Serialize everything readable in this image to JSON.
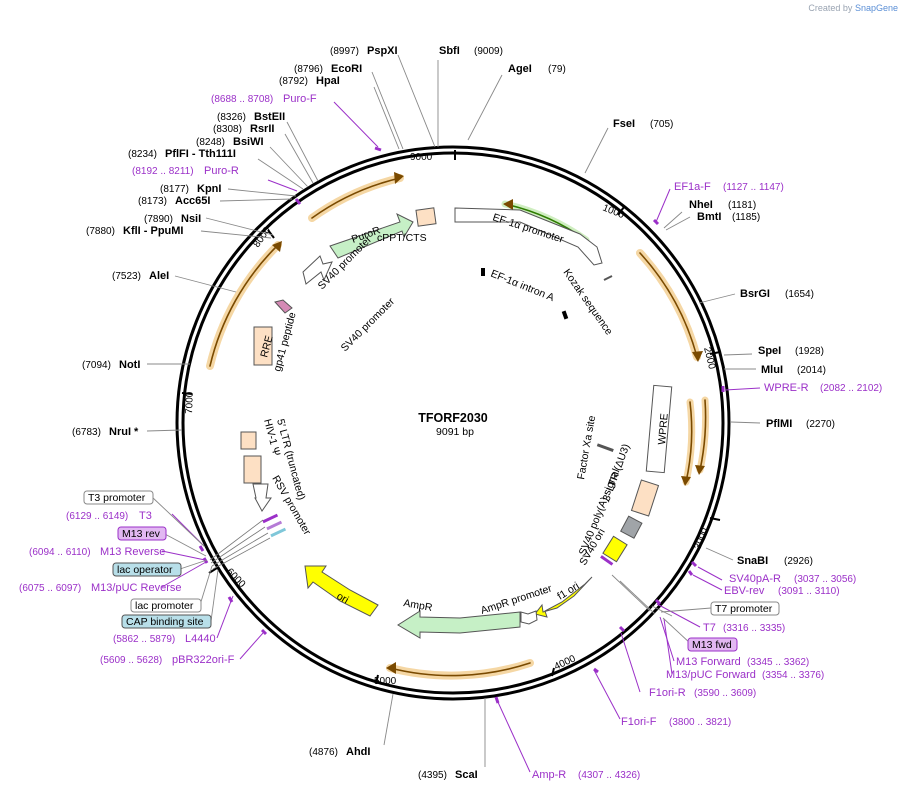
{
  "brand": {
    "created_by": "Created by",
    "product": "SnapGene"
  },
  "plasmid": {
    "name": "TFORF2030",
    "size_label": "9091 bp",
    "length": 9091
  },
  "ruler": [
    "1000",
    "2000",
    "3000",
    "4000",
    "5000",
    "6000",
    "7000",
    "8000",
    "9000"
  ],
  "colors": {
    "enzyme": "#000000",
    "primer": "#9b30c8",
    "arrow_orange": "#e8a33d",
    "cds_green": "#c6f0c6",
    "ori_yellow": "#ffff00"
  },
  "enzymes": [
    {
      "name": "PspXI",
      "pos": "(8997)"
    },
    {
      "name": "SbfI",
      "pos": "(9009)"
    },
    {
      "name": "EcoRI",
      "pos": "(8796)"
    },
    {
      "name": "AgeI",
      "pos": "(79)"
    },
    {
      "name": "HpaI",
      "pos": "(8792)"
    },
    {
      "name": "FseI",
      "pos": "(705)"
    },
    {
      "name": "BstEII",
      "pos": "(8326)"
    },
    {
      "name": "RsrII",
      "pos": "(8308)"
    },
    {
      "name": "BsiWI",
      "pos": "(8248)"
    },
    {
      "name": "PflFI  - Tth111I",
      "pos": "(8234)"
    },
    {
      "name": "KpnI",
      "pos": "(8177)"
    },
    {
      "name": "Acc65I",
      "pos": "(8173)"
    },
    {
      "name": "NheI",
      "pos": "(1181)"
    },
    {
      "name": "BmtI",
      "pos": "(1185)"
    },
    {
      "name": "NsiI",
      "pos": "(7890)"
    },
    {
      "name": "KflI  - PpuMI",
      "pos": "(7880)"
    },
    {
      "name": "AleI",
      "pos": "(7523)"
    },
    {
      "name": "BsrGI",
      "pos": "(1654)"
    },
    {
      "name": "SpeI",
      "pos": "(1928)"
    },
    {
      "name": "MluI",
      "pos": "(2014)"
    },
    {
      "name": "NotI",
      "pos": "(7094)"
    },
    {
      "name": "PflMI",
      "pos": "(2270)"
    },
    {
      "name": "NruI *",
      "pos": "(6783)"
    },
    {
      "name": "SnaBI",
      "pos": "(2926)"
    },
    {
      "name": "AhdI",
      "pos": "(4876)"
    },
    {
      "name": "ScaI",
      "pos": "(4395)"
    }
  ],
  "primers": [
    {
      "name": "Puro-F",
      "range": "(8688 .. 8708)"
    },
    {
      "name": "Puro-R",
      "range": "(8192 .. 8211)"
    },
    {
      "name": "EF1a-F",
      "range": "(1127 .. 1147)"
    },
    {
      "name": "WPRE-R",
      "range": "(2082 .. 2102)"
    },
    {
      "name": "T3",
      "range": "(6129 .. 6149)"
    },
    {
      "name": "M13 Reverse",
      "range": "(6094 .. 6110)"
    },
    {
      "name": "M13/pUC Reverse",
      "range": "(6075 .. 6097)"
    },
    {
      "name": "L4440",
      "range": "(5862 .. 5879)"
    },
    {
      "name": "pBR322ori-F",
      "range": "(5609 .. 5628)"
    },
    {
      "name": "SV40pA-R",
      "range": "(3037 .. 3056)"
    },
    {
      "name": "EBV-rev",
      "range": "(3091 .. 3110)"
    },
    {
      "name": "T7",
      "range": "(3316 .. 3335)"
    },
    {
      "name": "M13 Forward",
      "range": "(3345 .. 3362)"
    },
    {
      "name": "M13/pUC Forward",
      "range": "(3354 .. 3376)"
    },
    {
      "name": "F1ori-R",
      "range": "(3590 .. 3609)"
    },
    {
      "name": "F1ori-F",
      "range": "(3800 .. 3821)"
    },
    {
      "name": "Amp-R",
      "range": "(4307 .. 4326)"
    }
  ],
  "boxed_labels": {
    "t3_promoter": "T3 promoter",
    "m13_rev": "M13 rev",
    "lac_operator": "lac operator",
    "lac_promoter": "lac promoter",
    "cap_site": "CAP binding site",
    "t7_promoter": "T7 promoter",
    "m13_fwd": "M13 fwd"
  },
  "features": {
    "puror": "PuroR",
    "cppt": "cPPT/CTS",
    "ef1a_promoter": "EF-1α promoter",
    "ef1a_intron": "EF-1α intron A",
    "kozak": "Kozak sequence",
    "sv40_promoter_1": "SV40 promoter",
    "sv40_promoter_2": "SV40 promoter",
    "gp41": "gp41 peptide",
    "rre": "RRE",
    "ltr5": "5′ LTR (truncated)",
    "hiv_psi": "HIV-1 Ψ",
    "rsv": "RSV promoter",
    "factor_xa": "Factor Xa site",
    "wpre": "WPRE",
    "ltr3": "3′ LTR (ΔU3)",
    "sv40_polya": "SV40 poly(A) signal",
    "sv40_ori": "SV40 ori",
    "f1_ori": "f1 ori",
    "ampr_promoter": "AmpR promoter",
    "ampr": "AmpR",
    "ori": "ori"
  }
}
